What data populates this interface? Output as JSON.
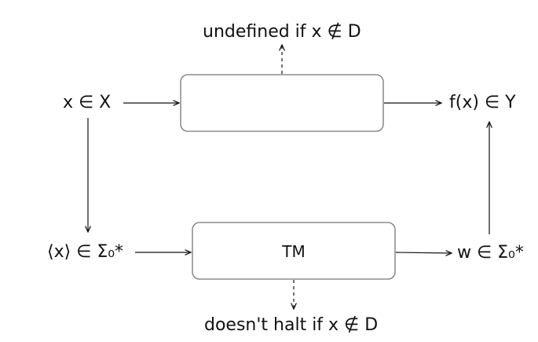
{
  "diagram": {
    "top_note": "undefined if x ∉ D",
    "bottom_note": "doesn't halt if x ∉ D",
    "input": "x ∈ X",
    "output": "f(x) ∈ Y",
    "encoded_input": "⟨x⟩ ∈ Σ₀*",
    "encoded_output": "w ∈ Σ₀*",
    "machine_label": "TM",
    "top_box_label": ""
  }
}
